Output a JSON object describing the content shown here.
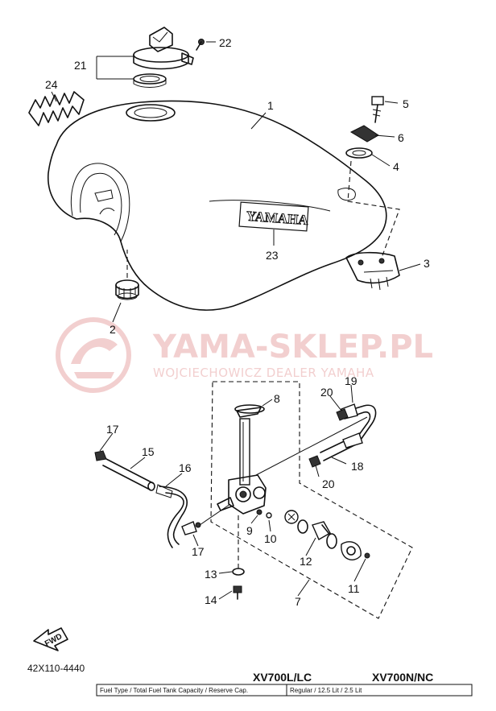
{
  "callouts": {
    "c1": "1",
    "c2": "2",
    "c3": "3",
    "c4": "4",
    "c5": "5",
    "c6": "6",
    "c7": "7",
    "c8": "8",
    "c9": "9",
    "c10": "10",
    "c11": "11",
    "c12": "12",
    "c13": "13",
    "c14": "14",
    "c15": "15",
    "c16": "16",
    "c17a": "17",
    "c17b": "17",
    "c18": "18",
    "c19": "19",
    "c20a": "20",
    "c20b": "20",
    "c21": "21",
    "c22": "22",
    "c23": "23",
    "c24": "24"
  },
  "tank_emblem": "YAMAHA",
  "fwd_label": "FWD",
  "watermark": {
    "title": "YAMA-SKLEP.PL",
    "subtitle": "WOJCIECHOWICZ DEALER YAMAHA"
  },
  "footer": {
    "code": "42X110-4440",
    "model_left": "XV700L/LC",
    "model_right": "XV700N/NC",
    "spec_left": "Fuel Type / Total Fuel Tank Capacity / Reserve Cap.",
    "spec_right": "Regular / 12.5 Lit / 2.5 Lit"
  },
  "colors": {
    "ink": "#111111",
    "watermark": "#e8a8a8"
  }
}
